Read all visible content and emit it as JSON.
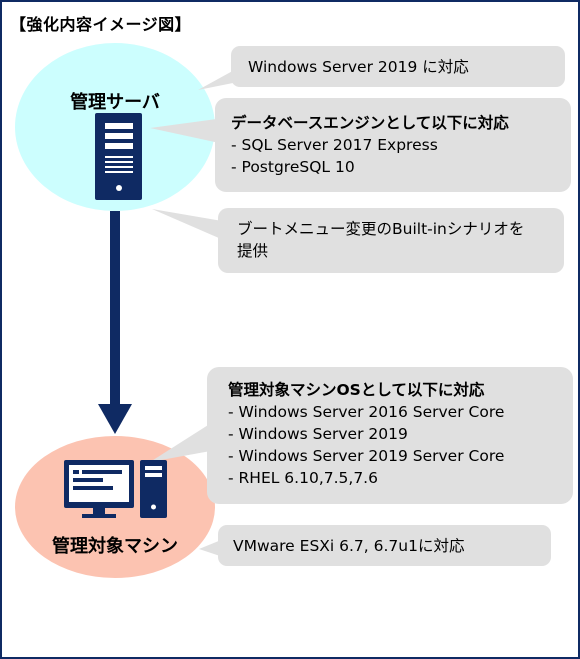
{
  "title": "【強化内容イメージ図】",
  "server": {
    "label": "管理サーバ"
  },
  "target": {
    "label": "管理対象マシン"
  },
  "bubbles": {
    "b1": {
      "heading": "Windows Server 2019 に対応"
    },
    "b2": {
      "heading": "データベースエンジンとして以下に対応",
      "items": [
        "- SQL Server 2017 Express",
        "- PostgreSQL 10"
      ]
    },
    "b3": {
      "heading": "ブートメニュー変更のBuilt-inシナリオを",
      "heading2": "提供"
    },
    "b4": {
      "heading": "管理対象マシンOSとして以下に対応",
      "items": [
        "- Windows Server 2016 Server Core",
        "- Windows Server 2019",
        "- Windows Server 2019 Server Core",
        "- RHEL 6.10,7.5,7.6"
      ]
    },
    "b5": {
      "heading": "VMware ESXi 6.7, 6.7u1に対応"
    }
  },
  "colors": {
    "frame": "#0f2a63",
    "server_ellipse": "#ccfefe",
    "target_ellipse": "#fcc3b1",
    "bubble": "#e0e0e0",
    "icon": "#0f2a63",
    "arrow": "#0f2a63"
  },
  "icons": {
    "server": "server-tower-icon",
    "target": "desktop-computer-icon"
  }
}
